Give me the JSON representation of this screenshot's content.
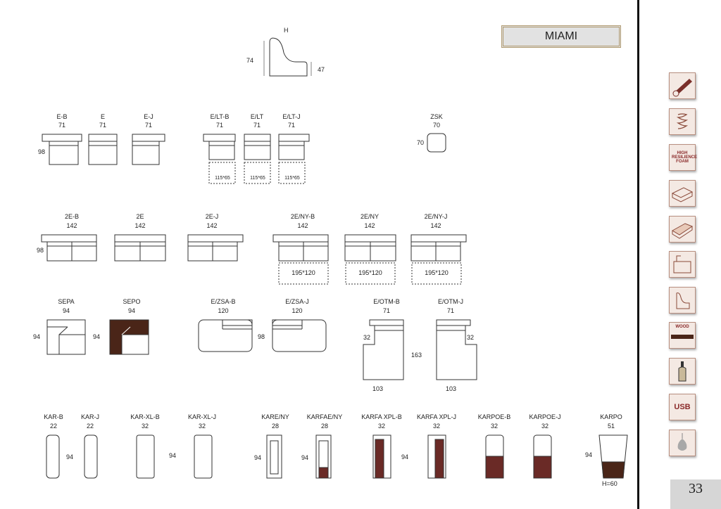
{
  "header": {
    "title": "MIAMI"
  },
  "page_number": "33",
  "profile": {
    "h": "H",
    "height": "74",
    "depth": "47"
  },
  "row1": [
    {
      "code": "E-B",
      "w": "71"
    },
    {
      "code": "E",
      "w": "71"
    },
    {
      "code": "E-J",
      "w": "71"
    },
    {
      "code": "E/LT-B",
      "w": "71",
      "bed": "115*65"
    },
    {
      "code": "E/LT",
      "w": "71",
      "bed": "115*65"
    },
    {
      "code": "E/LT-J",
      "w": "71",
      "bed": "115*65"
    }
  ],
  "row1_depth": "98",
  "zsk": {
    "code": "ZSK",
    "w": "70",
    "d": "70"
  },
  "row2": [
    {
      "code": "2E-B",
      "w": "142"
    },
    {
      "code": "2E",
      "w": "142"
    },
    {
      "code": "2E-J",
      "w": "142"
    },
    {
      "code": "2E/NY-B",
      "w": "142",
      "bed": "195*120"
    },
    {
      "code": "2E/NY",
      "w": "142",
      "bed": "195*120"
    },
    {
      "code": "2E/NY-J",
      "w": "142",
      "bed": "195*120"
    }
  ],
  "row2_depth": "98",
  "row3": [
    {
      "code": "SEPA",
      "w": "94",
      "d": "94"
    },
    {
      "code": "SEPO",
      "w": "94",
      "d": "94"
    },
    {
      "code": "E/ZSA-B",
      "w": "120"
    },
    {
      "code": "E/ZSA-J",
      "w": "120",
      "d": "98"
    },
    {
      "code": "E/OTM-B",
      "w": "71",
      "side": "32",
      "bottom": "103"
    },
    {
      "code": "E/OTM-J",
      "w": "71",
      "side": "32",
      "bottom": "103"
    }
  ],
  "otm_length": "163",
  "row4": [
    {
      "code": "KAR-B",
      "w": "22"
    },
    {
      "code": "KAR-J",
      "w": "22"
    },
    {
      "code": "KAR-XL-B",
      "w": "32"
    },
    {
      "code": "KAR-XL-J",
      "w": "32"
    },
    {
      "code": "KARE/NY",
      "w": "28"
    },
    {
      "code": "KARFAE/NY",
      "w": "28"
    },
    {
      "code": "KARFA XPL-B",
      "w": "32"
    },
    {
      "code": "KARFA XPL-J",
      "w": "32"
    },
    {
      "code": "KARPOE-B",
      "w": "32"
    },
    {
      "code": "KARPOE-J",
      "w": "32"
    },
    {
      "code": "KARPO",
      "w": "51",
      "h": "H=60"
    }
  ],
  "row4_heights": [
    "94",
    "94",
    "94",
    "94",
    "94",
    "94"
  ],
  "sidebar": {
    "hr_label": "HIGH RESILIENCE FOAM",
    "wood_label": "WOOD",
    "usb_label": "USB"
  },
  "colors": {
    "wood": "#4a2518",
    "fabric": "#6a2a26",
    "frame": "#b09a70"
  }
}
